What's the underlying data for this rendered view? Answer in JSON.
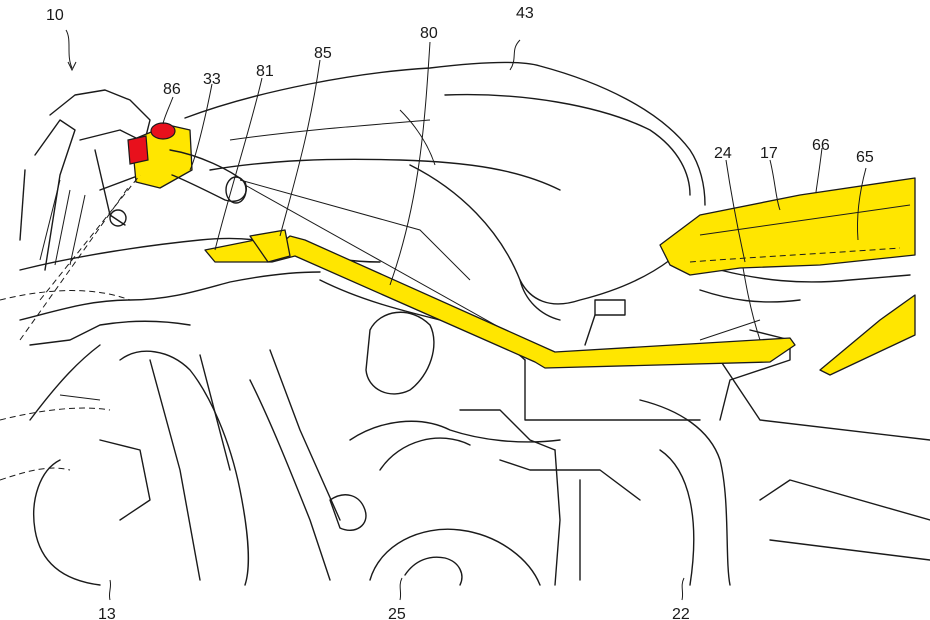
{
  "colors": {
    "highlight": "#ffe600",
    "accent": "#e8101c",
    "line": "#1a1a1a",
    "background": "#ffffff"
  },
  "labels": {
    "ref_10": "10",
    "ref_43": "43",
    "ref_80": "80",
    "ref_85": "85",
    "ref_81": "81",
    "ref_33": "33",
    "ref_86": "86",
    "ref_24": "24",
    "ref_17": "17",
    "ref_66": "66",
    "ref_65": "65",
    "ref_13": "13",
    "ref_25": "25",
    "ref_22": "22"
  }
}
